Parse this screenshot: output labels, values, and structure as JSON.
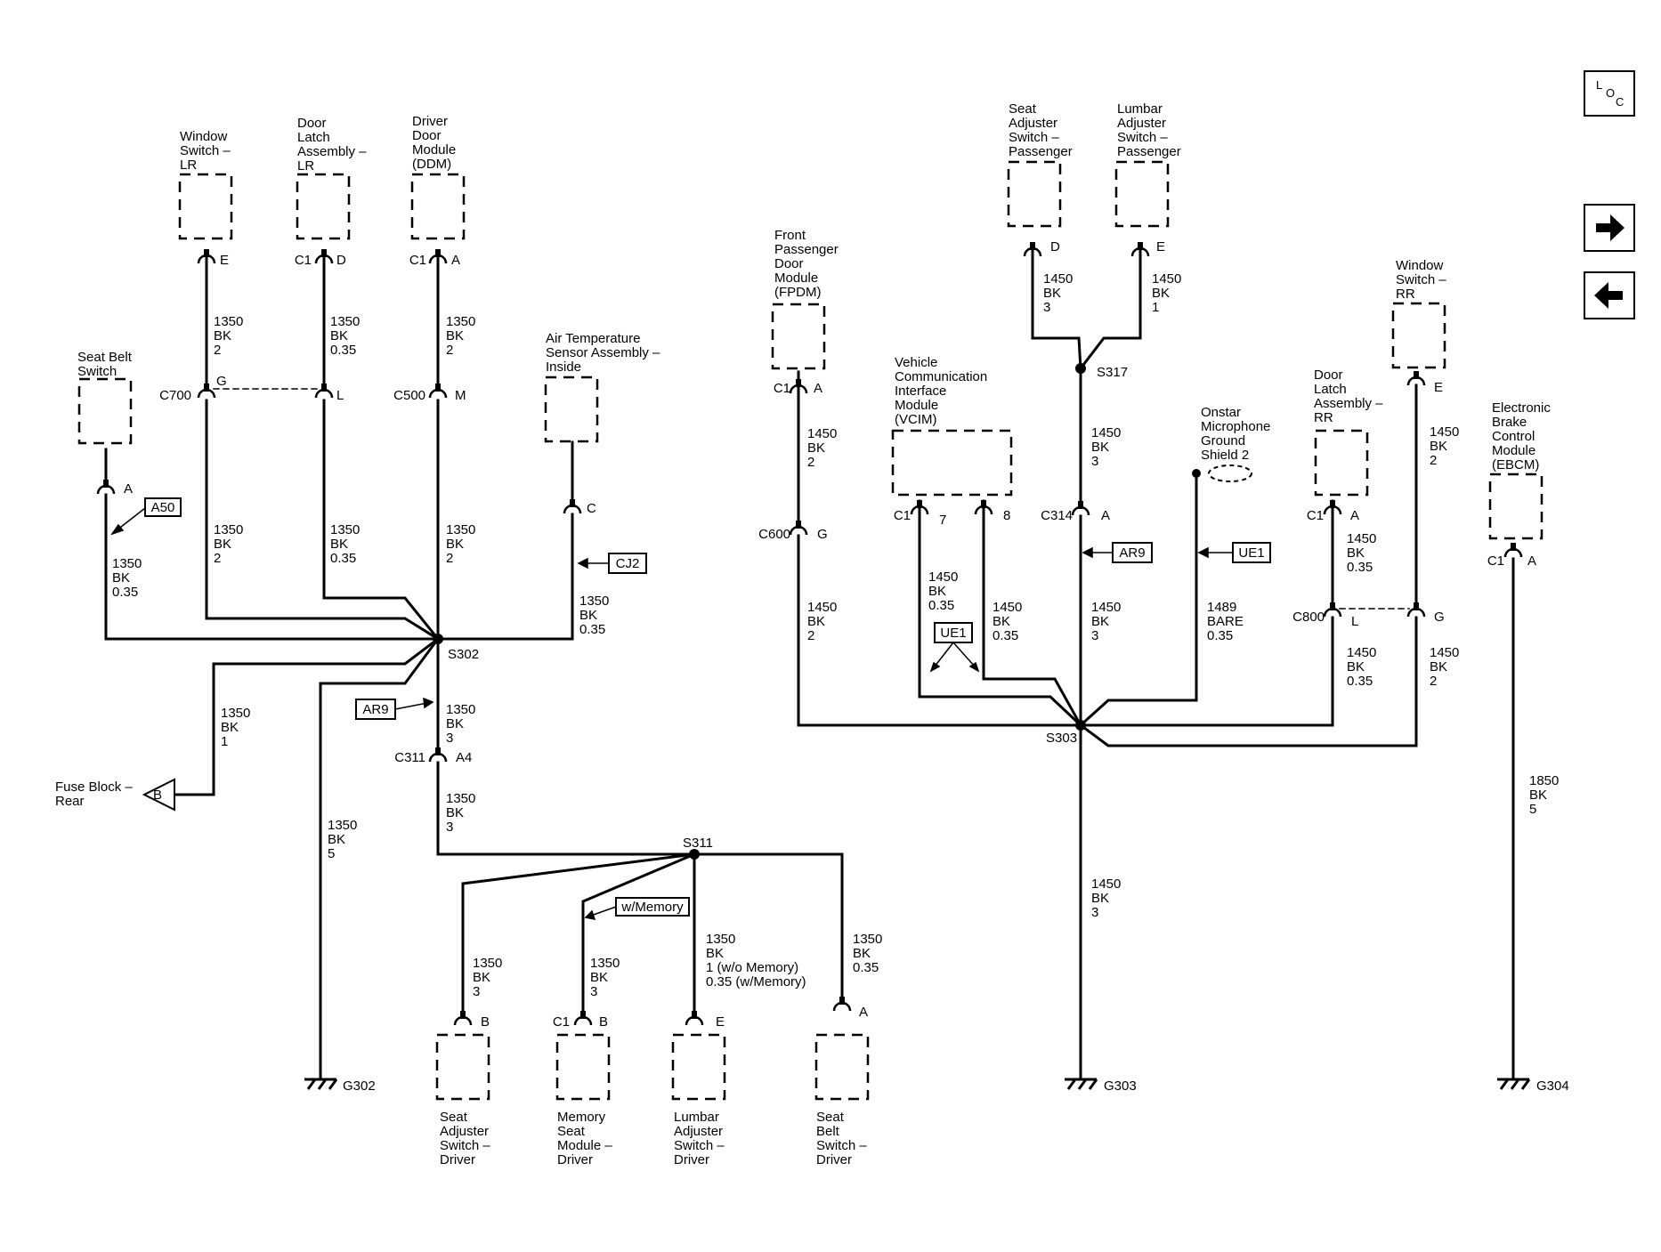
{
  "nav": {
    "loc": [
      "L",
      "O",
      "C"
    ],
    "forward_icon": "arrow-right-icon",
    "back_icon": "arrow-left-icon"
  },
  "components": {
    "window_switch_lr": [
      "Window",
      "Switch –",
      "LR"
    ],
    "door_latch_lr": [
      "Door",
      "Latch",
      "Assembly –",
      "LR"
    ],
    "ddm": [
      "Driver",
      "Door",
      "Module",
      "(DDM)"
    ],
    "seat_belt_switch": [
      "Seat Belt",
      "Switch"
    ],
    "air_temp": [
      "Air Temperature",
      "Sensor Assembly –",
      "Inside"
    ],
    "fuse_block": [
      "Fuse Block –",
      "Rear"
    ],
    "seat_adj_driver": [
      "Seat",
      "Adjuster",
      "Switch –",
      "Driver"
    ],
    "memory_seat": [
      "Memory",
      "Seat",
      "Module –",
      "Driver"
    ],
    "lumbar_driver": [
      "Lumbar",
      "Adjuster",
      "Switch –",
      "Driver"
    ],
    "seat_belt_driver": [
      "Seat",
      "Belt",
      "Switch –",
      "Driver"
    ],
    "fpdm": [
      "Front",
      "Passenger",
      "Door",
      "Module",
      "(FPDM)"
    ],
    "vcim": [
      "Vehicle",
      "Communication",
      "Interface",
      "Module",
      "(VCIM)"
    ],
    "seat_adj_pass": [
      "Seat",
      "Adjuster",
      "Switch –",
      "Passenger"
    ],
    "lumbar_pass": [
      "Lumbar",
      "Adjuster",
      "Switch –",
      "Passenger"
    ],
    "onstar": [
      "Onstar",
      "Microphone",
      "Ground",
      "Shield 2"
    ],
    "door_latch_rr": [
      "Door",
      "Latch",
      "Assembly –",
      "RR"
    ],
    "window_switch_rr": [
      "Window",
      "Switch –",
      "RR"
    ],
    "ebcm": [
      "Electronic",
      "Brake",
      "Control",
      "Module",
      "(EBCM)"
    ]
  },
  "wires": {
    "w_winlr": [
      "1350",
      "BK",
      "2"
    ],
    "w_doorlr": [
      "1350",
      "BK",
      "0.35"
    ],
    "w_ddm": [
      "1350",
      "BK",
      "2"
    ],
    "w_winlr2": [
      "1350",
      "BK",
      "2"
    ],
    "w_doorlr2": [
      "1350",
      "BK",
      "0.35"
    ],
    "w_ddm2": [
      "1350",
      "BK",
      "2"
    ],
    "w_sbs": [
      "1350",
      "BK",
      "0.35"
    ],
    "w_air": [
      "1350",
      "BK",
      "0.35"
    ],
    "w_fuse": [
      "1350",
      "BK",
      "1"
    ],
    "w_g302": [
      "1350",
      "BK",
      "5"
    ],
    "w_s302_c311": [
      "1350",
      "BK",
      "3"
    ],
    "w_c311_s311": [
      "1350",
      "BK",
      "3"
    ],
    "w_seatadj": [
      "1350",
      "BK",
      "3"
    ],
    "w_memseat": [
      "1350",
      "BK",
      "3"
    ],
    "w_lumbar": [
      "1350",
      "BK",
      "1 (w/o Memory)",
      "0.35 (w/Memory)"
    ],
    "w_seatbelt_drv": [
      "1350",
      "BK",
      "0.35"
    ],
    "w_fpdm": [
      "1450",
      "BK",
      "2"
    ],
    "w_fpdm2": [
      "1450",
      "BK",
      "2"
    ],
    "w_vcim7": [
      "1450",
      "BK",
      "0.35"
    ],
    "w_vcim8": [
      "1450",
      "BK",
      "0.35"
    ],
    "w_seatadjp": [
      "1450",
      "BK",
      "3"
    ],
    "w_lumbarp": [
      "1450",
      "BK",
      "1"
    ],
    "w_s317": [
      "1450",
      "BK",
      "3"
    ],
    "w_c314": [
      "1450",
      "BK",
      "3"
    ],
    "w_onstar": [
      "1489",
      "BARE",
      "0.35"
    ],
    "w_doorrr": [
      "1450",
      "BK",
      "0.35"
    ],
    "w_doorrr2": [
      "1450",
      "BK",
      "0.35"
    ],
    "w_winrr": [
      "1450",
      "BK",
      "2"
    ],
    "w_winrr2": [
      "1450",
      "BK",
      "2"
    ],
    "w_g303": [
      "1450",
      "BK",
      "3"
    ],
    "w_ebcm": [
      "1850",
      "BK",
      "5"
    ]
  },
  "connectors": {
    "winlr_pin": "E",
    "doorlr_conn": "C1",
    "doorlr_pin": "D",
    "ddm_conn": "C1",
    "ddm_pin": "A",
    "c700": "C700",
    "c700_g": "G",
    "c700_l": "L",
    "c500": "C500",
    "c500_m": "M",
    "sbs_pin": "A",
    "air_pin": "C",
    "c311": "C311",
    "c311_a4": "A4",
    "seatadj_pin": "B",
    "memseat_conn": "C1",
    "memseat_pin": "B",
    "lumbar_pin": "E",
    "seatbelt_drv_pin": "A",
    "fpdm_conn": "C1",
    "fpdm_pin": "A",
    "c600": "C600",
    "c600_g": "G",
    "vcim_conn": "C1",
    "vcim_7": "7",
    "vcim_8": "8",
    "seatadjp_pin": "D",
    "lumbarp_pin": "E",
    "c314": "C314",
    "c314_a": "A",
    "doorrr_conn": "C1",
    "doorrr_pin": "A",
    "winrr_pin": "E",
    "c800": "C800",
    "c800_l": "L",
    "c800_g": "G",
    "ebcm_conn": "C1",
    "ebcm_pin": "A",
    "fuse_pin": "B"
  },
  "splices": {
    "s302": "S302",
    "s311": "S311",
    "s317": "S317",
    "s303": "S303"
  },
  "grounds": {
    "g302": "G302",
    "g303": "G303",
    "g304": "G304"
  },
  "refs": {
    "a50": "A50",
    "cj2": "CJ2",
    "ar9_left": "AR9",
    "wmemory": "w/Memory",
    "ue1_left": "UE1",
    "ar9_right": "AR9",
    "ue1_right": "UE1"
  }
}
